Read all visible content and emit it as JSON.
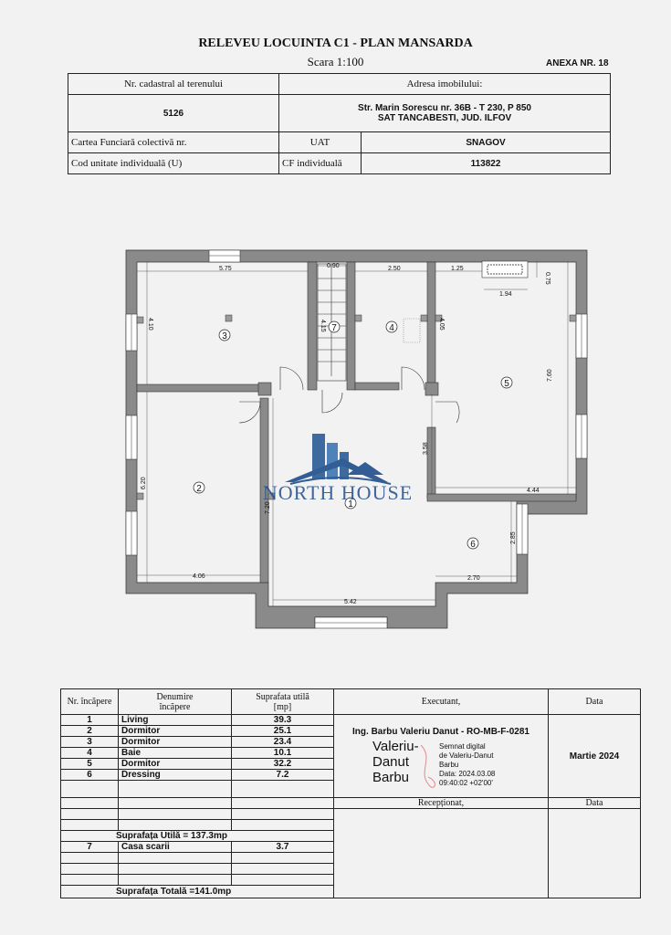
{
  "header": {
    "title": "RELEVEU LOCUINTA C1 - PLAN MANSARDA",
    "scale": "Scara 1:100",
    "annex": "ANEXA NR. 18"
  },
  "info_table": {
    "cadastral_label": "Nr. cadastral al terenului",
    "address_label": "Adresa imobilului:",
    "cadastral_value": "5126",
    "address_line1": "Str. Marin Sorescu nr. 36B - T 230, P 850",
    "address_line2": "SAT TANCABESTI, JUD. ILFOV",
    "cf_collective_label": "Cartea Funciară colectivă nr.",
    "uat_label": "UAT",
    "uat_value": "SNAGOV",
    "unit_code_label": "Cod unitate individuală (U)",
    "cf_individual_label": "CF individuală",
    "cf_individual_value": "113822"
  },
  "plan": {
    "dimensions": [
      "5.75",
      "0.90",
      "2.50",
      "1.25",
      "0.75",
      "1.94",
      "4.10",
      "4.15",
      "4.05",
      "7.60",
      "3.58",
      "6.20",
      "7.20",
      "4.44",
      "2.85",
      "2.70",
      "4.06",
      "5.42"
    ],
    "room_numbers": [
      "1",
      "2",
      "3",
      "4",
      "5",
      "6",
      "7"
    ]
  },
  "watermark": {
    "text": "NORTH HOUSE",
    "color": "#1f4e8c"
  },
  "legend_table": {
    "headers": {
      "nr": "Nr. încăpere",
      "name_l1": "Denumire",
      "name_l2": "încăpere",
      "area_l1": "Suprafata utilă",
      "area_l2": "[mp]",
      "executant": "Executant,",
      "data": "Data",
      "receptionat": "Recepționat,",
      "data2": "Data"
    },
    "rooms": [
      {
        "nr": "1",
        "name": "Living",
        "area": "39.3"
      },
      {
        "nr": "2",
        "name": "Dormitor",
        "area": "25.1"
      },
      {
        "nr": "3",
        "name": "Dormitor",
        "area": "23.4"
      },
      {
        "nr": "4",
        "name": "Baie",
        "area": "10.1"
      },
      {
        "nr": "5",
        "name": "Dormitor",
        "area": "32.2"
      },
      {
        "nr": "6",
        "name": "Dressing",
        "area": "7.2"
      }
    ],
    "useful_total": "Suprafața Utilă = 137.3mp",
    "stair": {
      "nr": "7",
      "name": "Casa scarii",
      "area": "3.7"
    },
    "grand_total": "Suprafața Totală =141.0mp",
    "executant_name": "Ing. Barbu Valeriu Danut - RO-MB-F-0281",
    "date_value": "Martie 2024",
    "signature": {
      "name_l1": "Valeriu-",
      "name_l2": "Danut",
      "name_l3": "Barbu",
      "note_l1": "Semnat digital",
      "note_l2": "de Valeriu-Danut",
      "note_l3": "Barbu",
      "note_l4": "Data: 2024.03.08",
      "note_l5": "09:40:02 +02'00'"
    }
  }
}
